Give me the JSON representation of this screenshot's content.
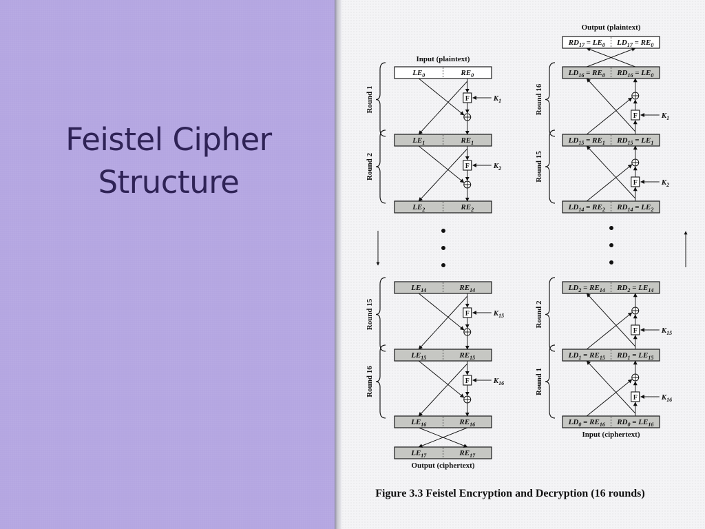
{
  "slide": {
    "title": "Feistel Cipher Structure"
  },
  "figure": {
    "caption": "Figure 3.3  Feistel Encryption and Decryption (16 rounds)",
    "encryption": {
      "input_label": "Input (plaintext)",
      "output_label": "Output (ciphertext)",
      "round_labels": [
        "Round 1",
        "Round 2",
        "Round 15",
        "Round 16"
      ],
      "keys": [
        "K1",
        "K2",
        "K15",
        "K16"
      ],
      "f_label": "F",
      "rows": [
        {
          "left": "LE0",
          "right": "RE0"
        },
        {
          "left": "LE1",
          "right": "RE1"
        },
        {
          "left": "LE2",
          "right": "RE2"
        },
        {
          "left": "LE14",
          "right": "RE14"
        },
        {
          "left": "LE15",
          "right": "RE15"
        },
        {
          "left": "LE16",
          "right": "RE16"
        },
        {
          "left": "LE17",
          "right": "RE17"
        }
      ]
    },
    "decryption": {
      "output_label": "Output (plaintext)",
      "input_label": "Input (ciphertext)",
      "round_labels": [
        "Round 16",
        "Round 15",
        "Round 2",
        "Round 1"
      ],
      "keys": [
        "K1",
        "K2",
        "K15",
        "K16"
      ],
      "f_label": "F",
      "rows": [
        {
          "left": "RD17 = LE0",
          "right": "LD17 = RE0"
        },
        {
          "left": "LD16 = RE0",
          "right": "RD16 = LE0"
        },
        {
          "left": "LD15 = RE1",
          "right": "RD15 = LE1"
        },
        {
          "left": "LD14 = RE2",
          "right": "RD14 = LE2"
        },
        {
          "left": "LD2 = RE14",
          "right": "RD2 = LE14"
        },
        {
          "left": "LD1 = RE15",
          "right": "RD1 = LE15"
        },
        {
          "left": "LD0 = RE16",
          "right": "RD0 = LE16"
        }
      ]
    }
  }
}
